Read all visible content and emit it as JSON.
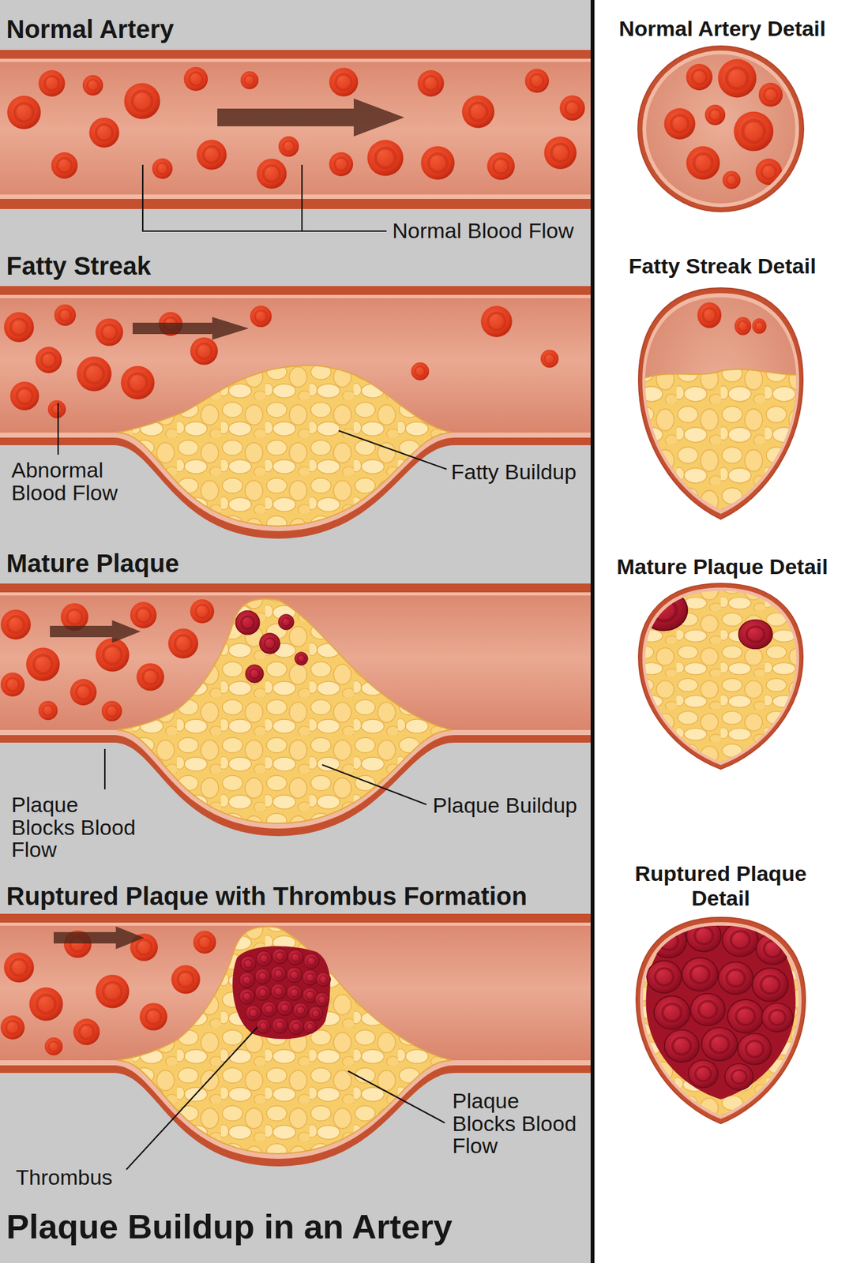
{
  "diagram": {
    "title": "Plaque Buildup in an Artery",
    "labels": [
      "Normal Artery",
      "Normal Artery Detail",
      "Normal Blood Flow",
      "Fatty Streak",
      "Fatty Streak Detail",
      "Abnormal Blood Flow",
      "Fatty Buildup",
      "Mature Plaque",
      "Mature Plaque Detail",
      "Plaque Blocks Blood Flow",
      "Plaque Buildup",
      "Ruptured Plaque with Thrombus Formation",
      "Ruptured Plaque Detail",
      "Thrombus",
      "Plaque Blocks Blood Flow"
    ]
  }
}
